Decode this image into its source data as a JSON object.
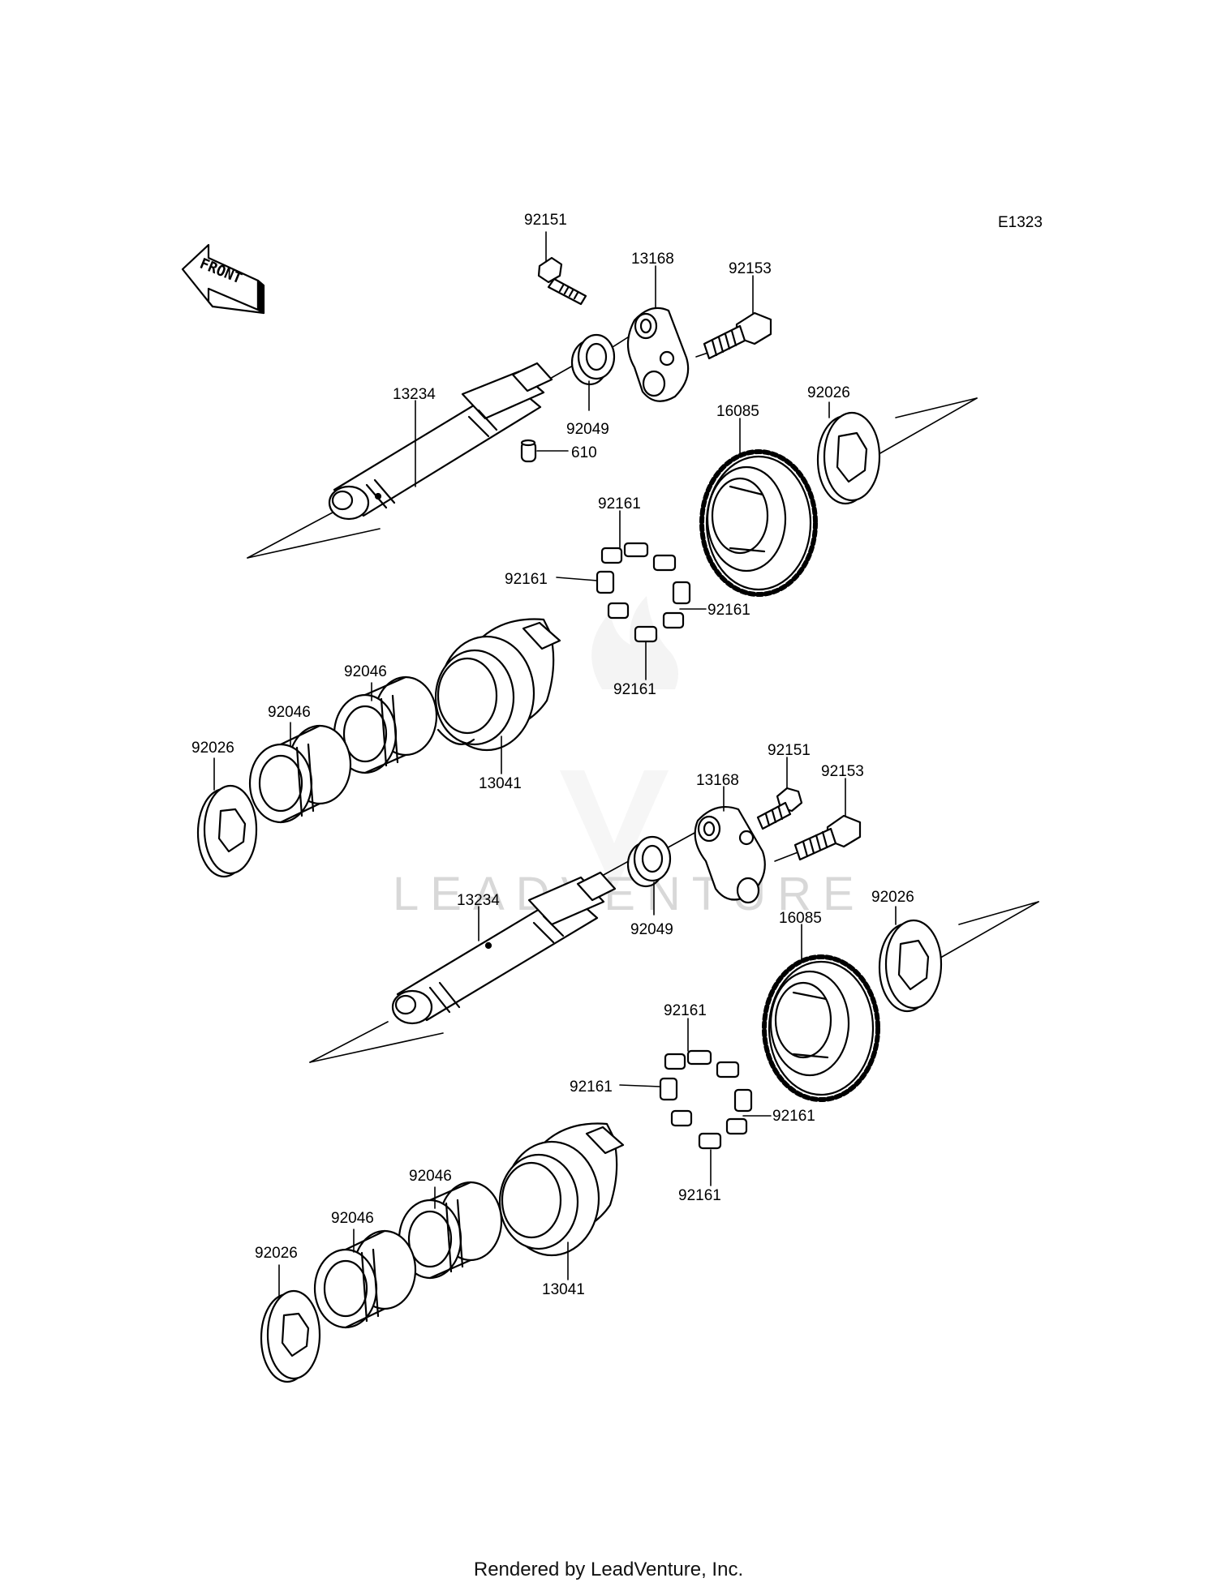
{
  "diagram_code": "E1323",
  "front_label": "FRONT",
  "watermark": "LEADVENTURE",
  "footer": "Rendered by LeadVenture, Inc.",
  "upper_assembly": {
    "bolt_short": "92151",
    "arm": "13168",
    "bolt_long": "92153",
    "shaft": "13234",
    "seal": "92049",
    "pin": "610",
    "gear": "16085",
    "washer_right": "92026",
    "damper_top": "92161",
    "damper_left": "92161",
    "damper_right": "92161",
    "damper_bottom": "92161",
    "bearing_inner": "92046",
    "bearing_outer": "92046",
    "hub": "13041",
    "washer_left": "92026"
  },
  "lower_assembly": {
    "bolt_short": "92151",
    "arm": "13168",
    "bolt_long": "92153",
    "shaft": "13234",
    "seal": "92049",
    "gear": "16085",
    "washer_right": "92026",
    "damper_top": "92161",
    "damper_left": "92161",
    "damper_right": "92161",
    "damper_bottom": "92161",
    "bearing_inner": "92046",
    "bearing_outer": "92046",
    "hub": "13041",
    "washer_left": "92026"
  }
}
